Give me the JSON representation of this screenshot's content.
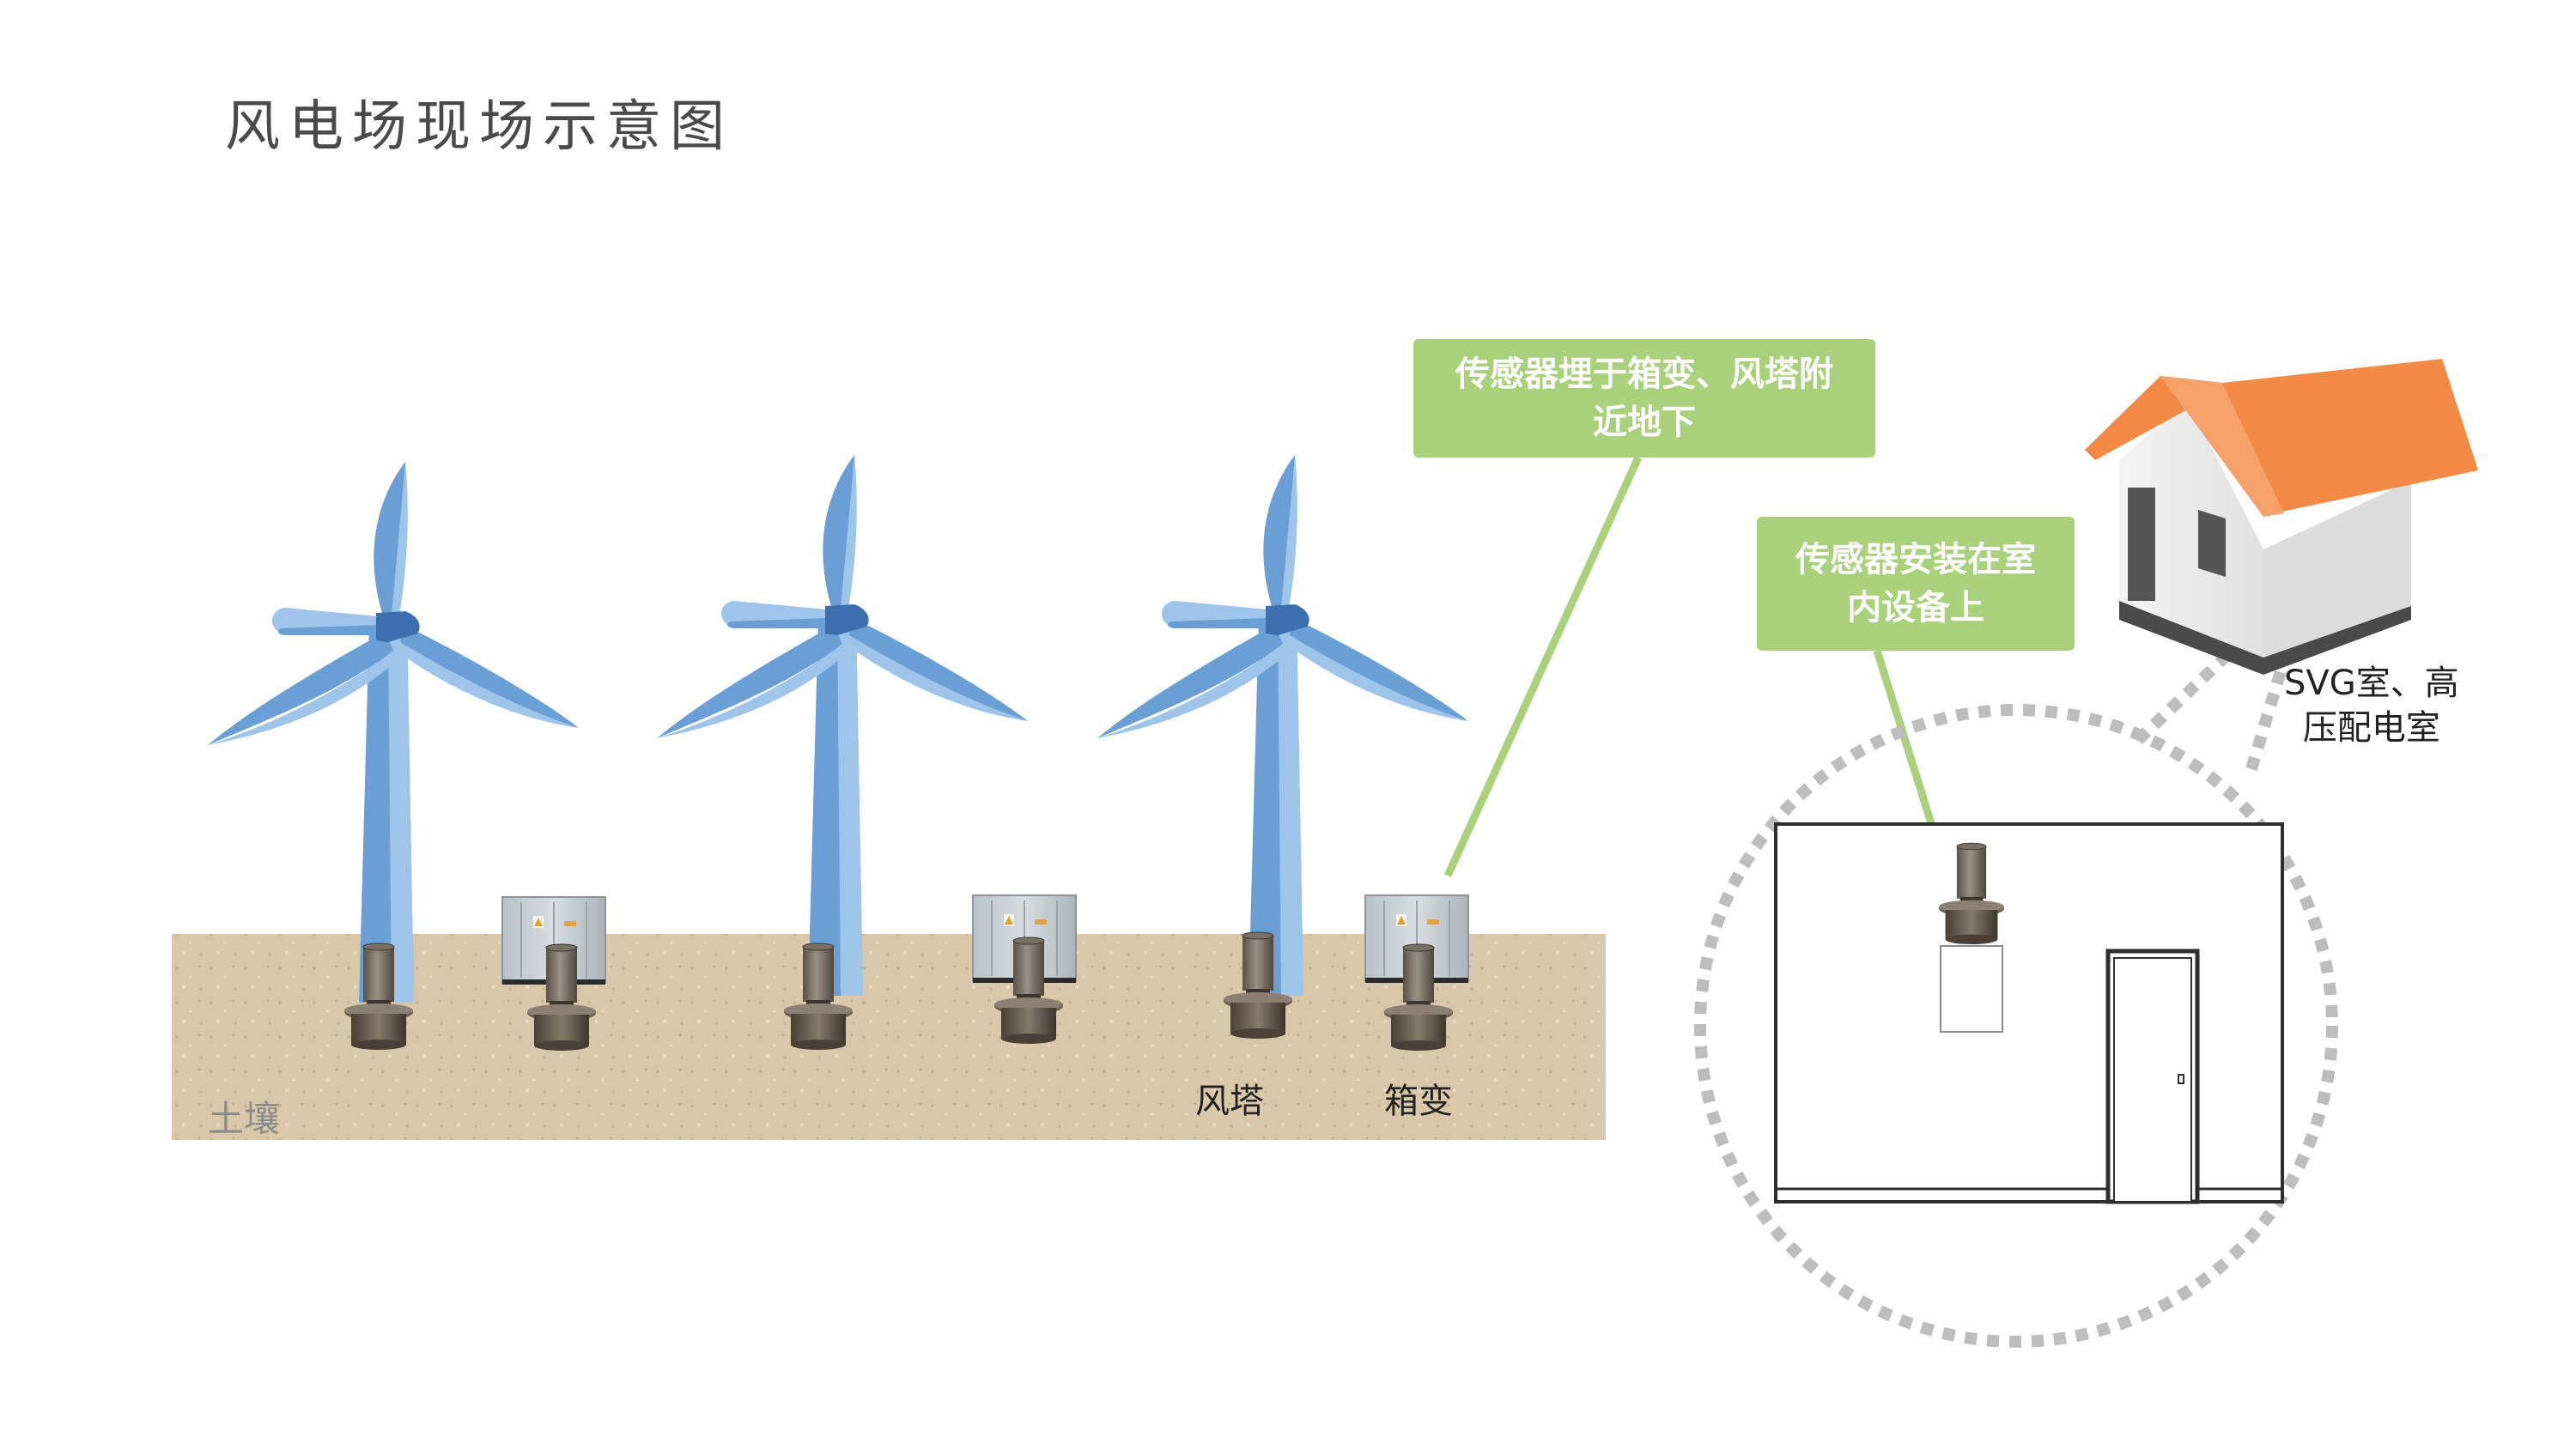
{
  "title": "风电场现场示意图",
  "callouts": {
    "buried": {
      "line1": "传感器埋于箱变、风塔附",
      "line2": "近地下"
    },
    "indoor": {
      "line1": "传感器安装在室",
      "line2": "内设备上"
    }
  },
  "labels": {
    "soil": "土壤",
    "tower": "风塔",
    "box_transformer": "箱变",
    "house_line1": "SVG室、高",
    "house_line2": "压配电室"
  },
  "colors": {
    "callout": "#a9d17b",
    "turbine_light": "#9fc4ea",
    "turbine_mid": "#6a9fd6",
    "turbine_dark": "#3d6fae",
    "soil": "#d8c6a8",
    "roof": "#f28a45",
    "dotted_line": "#bdbdbd"
  },
  "scene": {
    "turbines": [
      {
        "name": "turbine-1"
      },
      {
        "name": "turbine-2"
      },
      {
        "name": "turbine-3"
      }
    ],
    "transformers": [
      {
        "name": "transformer-1"
      },
      {
        "name": "transformer-2"
      },
      {
        "name": "transformer-3"
      }
    ]
  }
}
